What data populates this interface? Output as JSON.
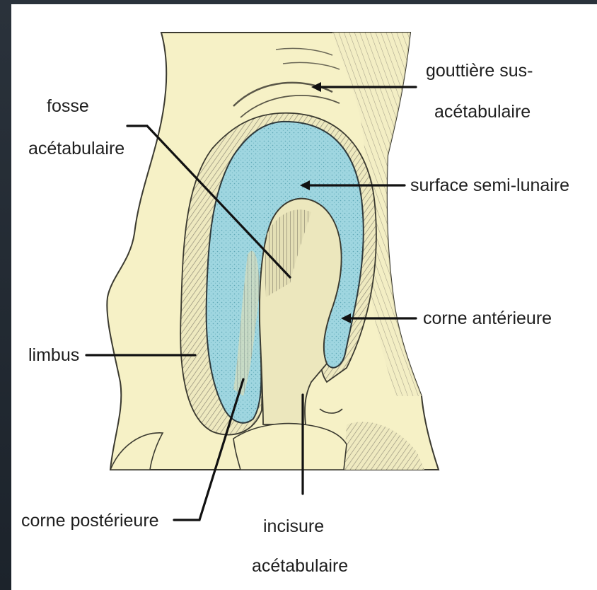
{
  "labels": {
    "fosse_acetabulaire": [
      "fosse",
      "acétabulaire"
    ],
    "gouttiere": [
      "gouttière sus-",
      "acétabulaire"
    ],
    "surface_semi_lunaire": "surface semi-lunaire",
    "corne_anterieure": "corne antérieure",
    "limbus": "limbus",
    "corne_posterieure": "corne postérieure",
    "incisure": [
      "incisure",
      "acétabulaire"
    ]
  },
  "colors": {
    "bone": "#f6f1c6",
    "cartilage": "#9fd6e0",
    "fossa": "#ece7bd",
    "hatching": "#8a8674",
    "background": "#ffffff",
    "frame": "#222a32"
  }
}
